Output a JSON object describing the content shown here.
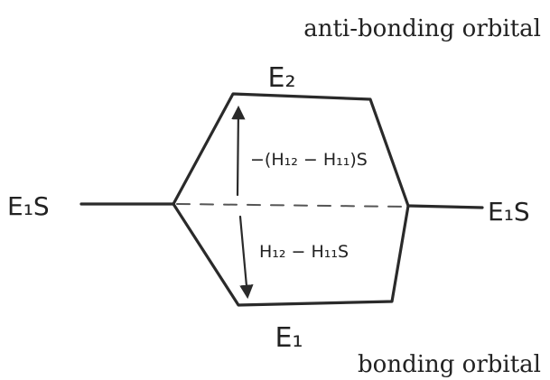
{
  "labels": {
    "antibonding": "anti-bonding orbital",
    "bonding": "bonding orbital",
    "e2": "E₂",
    "e1": "E₁",
    "e1s_left": "E₁S",
    "e1s_right": "E₁S",
    "upper_gap": "−(H₁₂ − H₁₁)S",
    "lower_gap": "H₁₂ − H₁₁S"
  },
  "colors": {
    "ink": "#2a2a2a",
    "dash": "#555555",
    "background": "#ffffff"
  }
}
